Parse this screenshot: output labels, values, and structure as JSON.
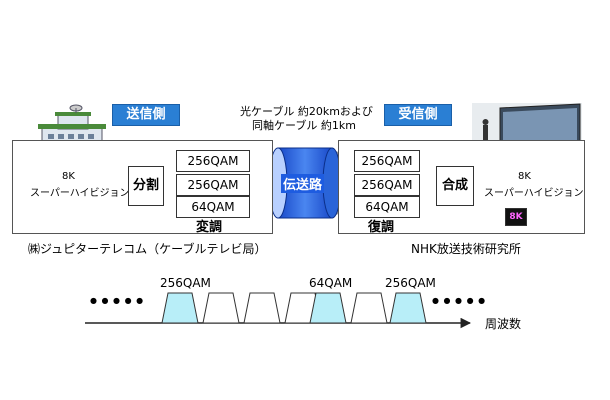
{
  "transmit": {
    "tag": "送信側",
    "source_label": [
      "8K",
      "スーパーハイビジョン"
    ],
    "split": "分割",
    "qam": [
      "256QAM",
      "256QAM",
      "64QAM"
    ],
    "modulation": "変調",
    "org": "㈱ジュピターテレコム（ケーブルテレビ局）"
  },
  "channel": {
    "note": [
      "光ケーブル 約20kmおよび",
      "同軸ケーブル 約1km"
    ],
    "label": "伝送路"
  },
  "receive": {
    "tag": "受信側",
    "qam": [
      "256QAM",
      "256QAM",
      "64QAM"
    ],
    "demodulation": "復調",
    "combine": "合成",
    "output_label": [
      "8K",
      "スーパーハイビジョン"
    ],
    "badge": "8K",
    "org": "NHK放送技術研究所"
  },
  "spectrum": {
    "dots": "● ● ● ● ●",
    "labels": [
      "256QAM",
      "64QAM",
      "256QAM"
    ],
    "axis_label": "周波数"
  },
  "colors": {
    "tag_blue": "#2a7fd4",
    "cyan_fill": "#b8eef8",
    "cylinder": "#1e5ce0"
  }
}
